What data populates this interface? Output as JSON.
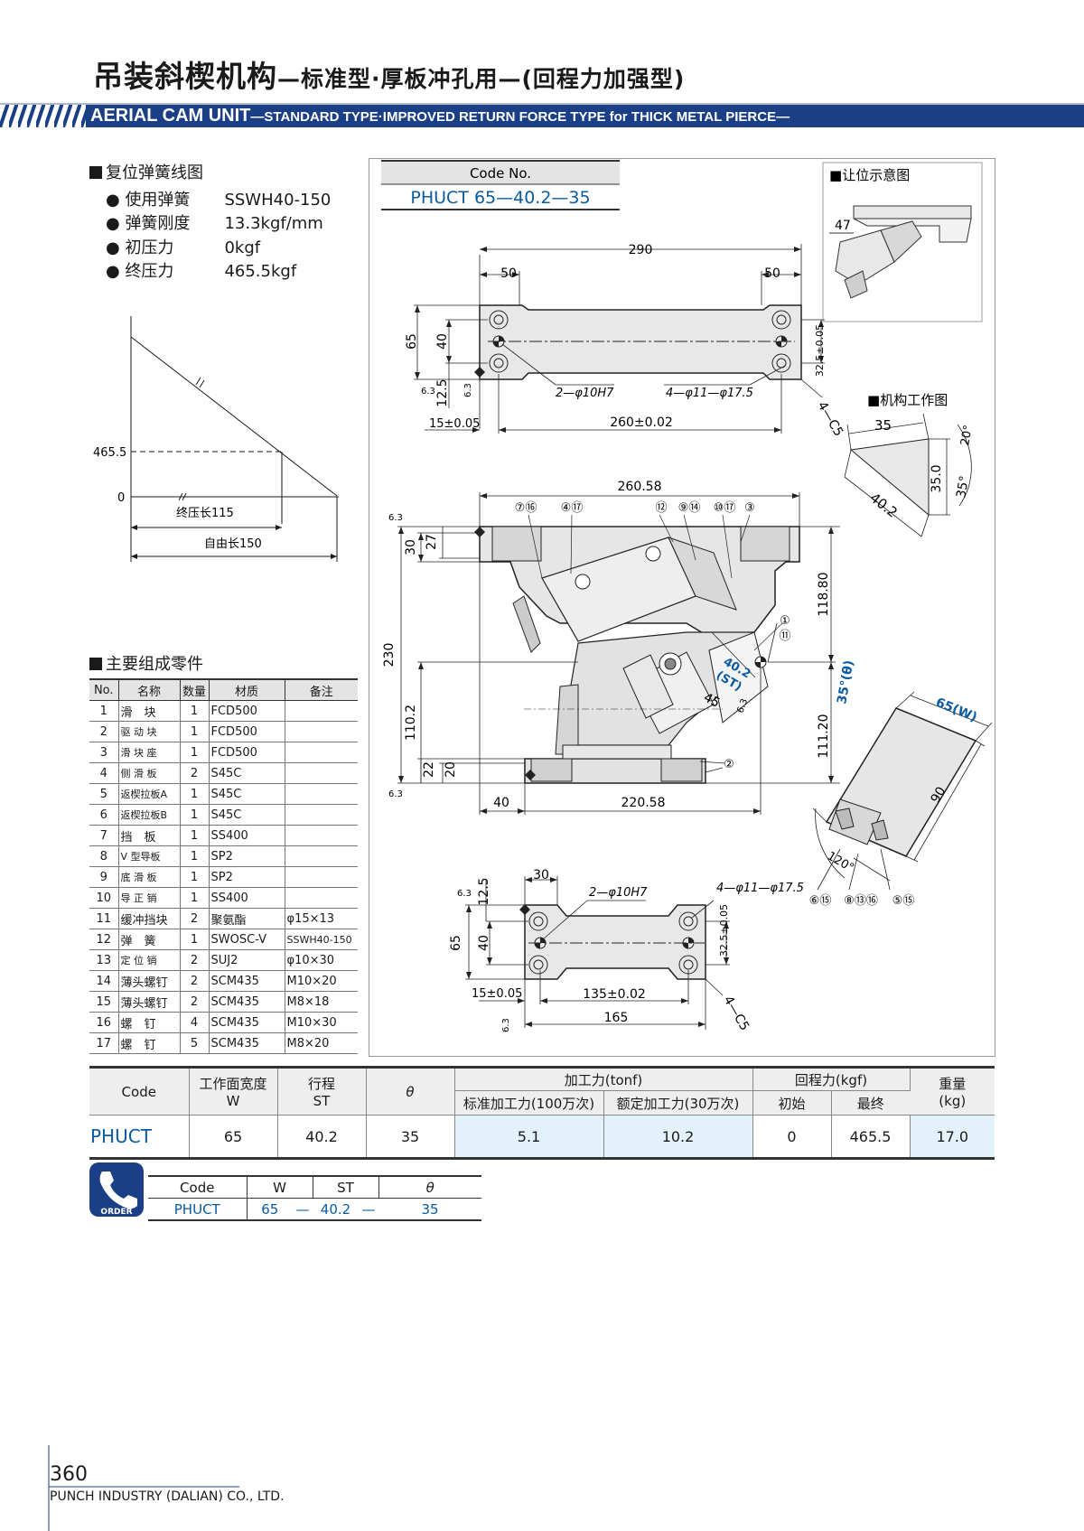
{
  "header": {
    "title_main": "吊装斜楔机构",
    "title_sub": "—标准型·厚板冲孔用—(回程力加强型)",
    "title_en": "AERIAL CAM UNIT",
    "title_en_sub": "—STANDARD TYPE·IMPROVED RETURN FORCE TYPE for THICK METAL PIERCE—"
  },
  "spring": {
    "heading": "复位弹簧线图",
    "rows": [
      {
        "label": "使用弹簧",
        "value": "SSWH40-150"
      },
      {
        "label": "弹簧刚度",
        "value": "13.3kgf/mm"
      },
      {
        "label": "初压力",
        "value": "0kgf"
      },
      {
        "label": "终压力",
        "value": "465.5kgf"
      }
    ],
    "graph": {
      "y_top": "465.5",
      "y_zero": "0",
      "final_len": "终压长115",
      "free_len": "自由长150"
    }
  },
  "parts": {
    "heading": "主要组成零件",
    "columns": [
      "No.",
      "名称",
      "数量",
      "材质",
      "备注"
    ],
    "rows": [
      [
        "1",
        "滑　块",
        "1",
        "FCD500",
        ""
      ],
      [
        "2",
        "驱 动 块",
        "1",
        "FCD500",
        ""
      ],
      [
        "3",
        "滑 块 座",
        "1",
        "FCD500",
        ""
      ],
      [
        "4",
        "侧 滑 板",
        "2",
        "S45C",
        ""
      ],
      [
        "5",
        "返楔拉板A",
        "1",
        "S45C",
        ""
      ],
      [
        "6",
        "返楔拉板B",
        "1",
        "S45C",
        ""
      ],
      [
        "7",
        "挡　板",
        "1",
        "SS400",
        ""
      ],
      [
        "8",
        "V 型导板",
        "1",
        "SP2",
        ""
      ],
      [
        "9",
        "底 滑 板",
        "1",
        "SP2",
        ""
      ],
      [
        "10",
        "导 正 销",
        "1",
        "SS400",
        ""
      ],
      [
        "11",
        "缓冲挡块",
        "2",
        "聚氨酯",
        "φ15×13"
      ],
      [
        "12",
        "弹　簧",
        "1",
        "SWOSC-V",
        "SSWH40-150"
      ],
      [
        "13",
        "定 位 销",
        "2",
        "SUJ2",
        "φ10×30"
      ],
      [
        "14",
        "薄头螺钉",
        "2",
        "SCM435",
        "M10×20"
      ],
      [
        "15",
        "薄头螺钉",
        "2",
        "SCM435",
        "M8×18"
      ],
      [
        "16",
        "螺　钉",
        "4",
        "SCM435",
        "M10×30"
      ],
      [
        "17",
        "螺　钉",
        "5",
        "SCM435",
        "M8×20"
      ]
    ]
  },
  "drawing": {
    "code_label": "Code No.",
    "code_value": "PHUCT 65—40.2—35",
    "relief_heading": "让位示意图",
    "relief_dim": "47",
    "work_heading": "机构工作图",
    "top_view": {
      "d290": "290",
      "d50a": "50",
      "d50b": "50",
      "d65": "65",
      "d40": "40",
      "d325": "32.5±0.05",
      "d125": "12.5",
      "d63a": "6.3",
      "d63b": "6.3",
      "pin": "2—φ10H7",
      "holes": "4—φ11—φ17.5",
      "chamfer": "4—C5",
      "d15": "15±0.05",
      "d260": "260±0.02"
    },
    "front_view": {
      "d26058": "260.58",
      "d63": "6.3",
      "d30": "30",
      "d27": "27",
      "d230": "230",
      "d1102": "110.2",
      "d22": "22",
      "d20": "20",
      "d40": "40",
      "d22058": "220.58",
      "d1188": "118.80",
      "d1112": "111.20",
      "d63b": "6.3",
      "d63c": "6.3",
      "st": "40.2",
      "st_lbl": "(ST)",
      "d45": "45",
      "theta": "35°(θ)",
      "w": "65(W)",
      "d90": "90",
      "d120": "120°",
      "callouts_top": [
        "⑦⑯",
        "④⑰",
        "⑫",
        "⑨⑭",
        "⑩⑰",
        "③"
      ],
      "callout_1": "①",
      "callout_11": "⑪",
      "callout_2": "②",
      "callouts_bottom": [
        "⑥⑮",
        "⑧⑬⑯",
        "⑤⑮"
      ]
    },
    "work_diagram": {
      "d35": "35",
      "d20": "20°",
      "d350": "35.0",
      "d35deg": "35°",
      "d402": "40.2"
    },
    "bottom_view": {
      "d63": "6.3",
      "d125": "12.5",
      "d30": "30",
      "pin": "2—φ10H7",
      "holes": "4—φ11—φ17.5",
      "d65": "65",
      "d40": "40",
      "d325": "32.5±0.05",
      "chamfer": "4—C5",
      "d15": "15±0.05",
      "d135": "135±0.02",
      "d165": "165",
      "d63b": "6.3"
    }
  },
  "spec": {
    "headers": {
      "code": "Code",
      "w_top": "工作面宽度",
      "w_bot": "W",
      "st_top": "行程",
      "st_bot": "ST",
      "theta": "θ",
      "force": "加工力(tonf)",
      "force_std": "标准加工力(100万次)",
      "force_rated": "额定加工力(30万次)",
      "return": "回程力(kgf)",
      "ret_init": "初始",
      "ret_final": "最终",
      "weight_top": "重量",
      "weight_bot": "(kg)"
    },
    "row": {
      "code": "PHUCT",
      "w": "65",
      "st": "40.2",
      "theta": "35",
      "std": "5.1",
      "rated": "10.2",
      "init": "0",
      "final": "465.5",
      "weight": "17.0"
    }
  },
  "order": {
    "badge": "ORDER",
    "headers": [
      "Code",
      "W",
      "ST",
      "θ"
    ],
    "values": {
      "code": "PHUCT",
      "w": "65",
      "dash1": "—",
      "st": "40.2",
      "dash2": "—",
      "theta": "35"
    }
  },
  "footer": {
    "page": "360",
    "company": "PUNCH INDUSTRY (DALIAN) CO., LTD."
  },
  "colors": {
    "brand": "#1b3f86",
    "link": "#0a5ba0",
    "highlight": "#e3f1fa"
  }
}
